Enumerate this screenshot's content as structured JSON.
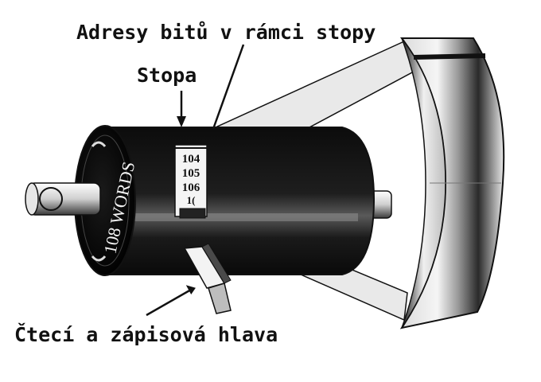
{
  "labels": {
    "addresses": "Adresy bitů v rámci stopy",
    "track": "Stopa",
    "head": "Čtecí a zápisová hlava"
  },
  "drum": {
    "end_text": "108 WORDS",
    "addresses": [
      "104",
      "105",
      "106",
      "1("
    ]
  },
  "colors": {
    "ink": "#111111",
    "paper": "#ffffff",
    "shade": "#3a3a3a",
    "light": "#d8d8d8"
  }
}
